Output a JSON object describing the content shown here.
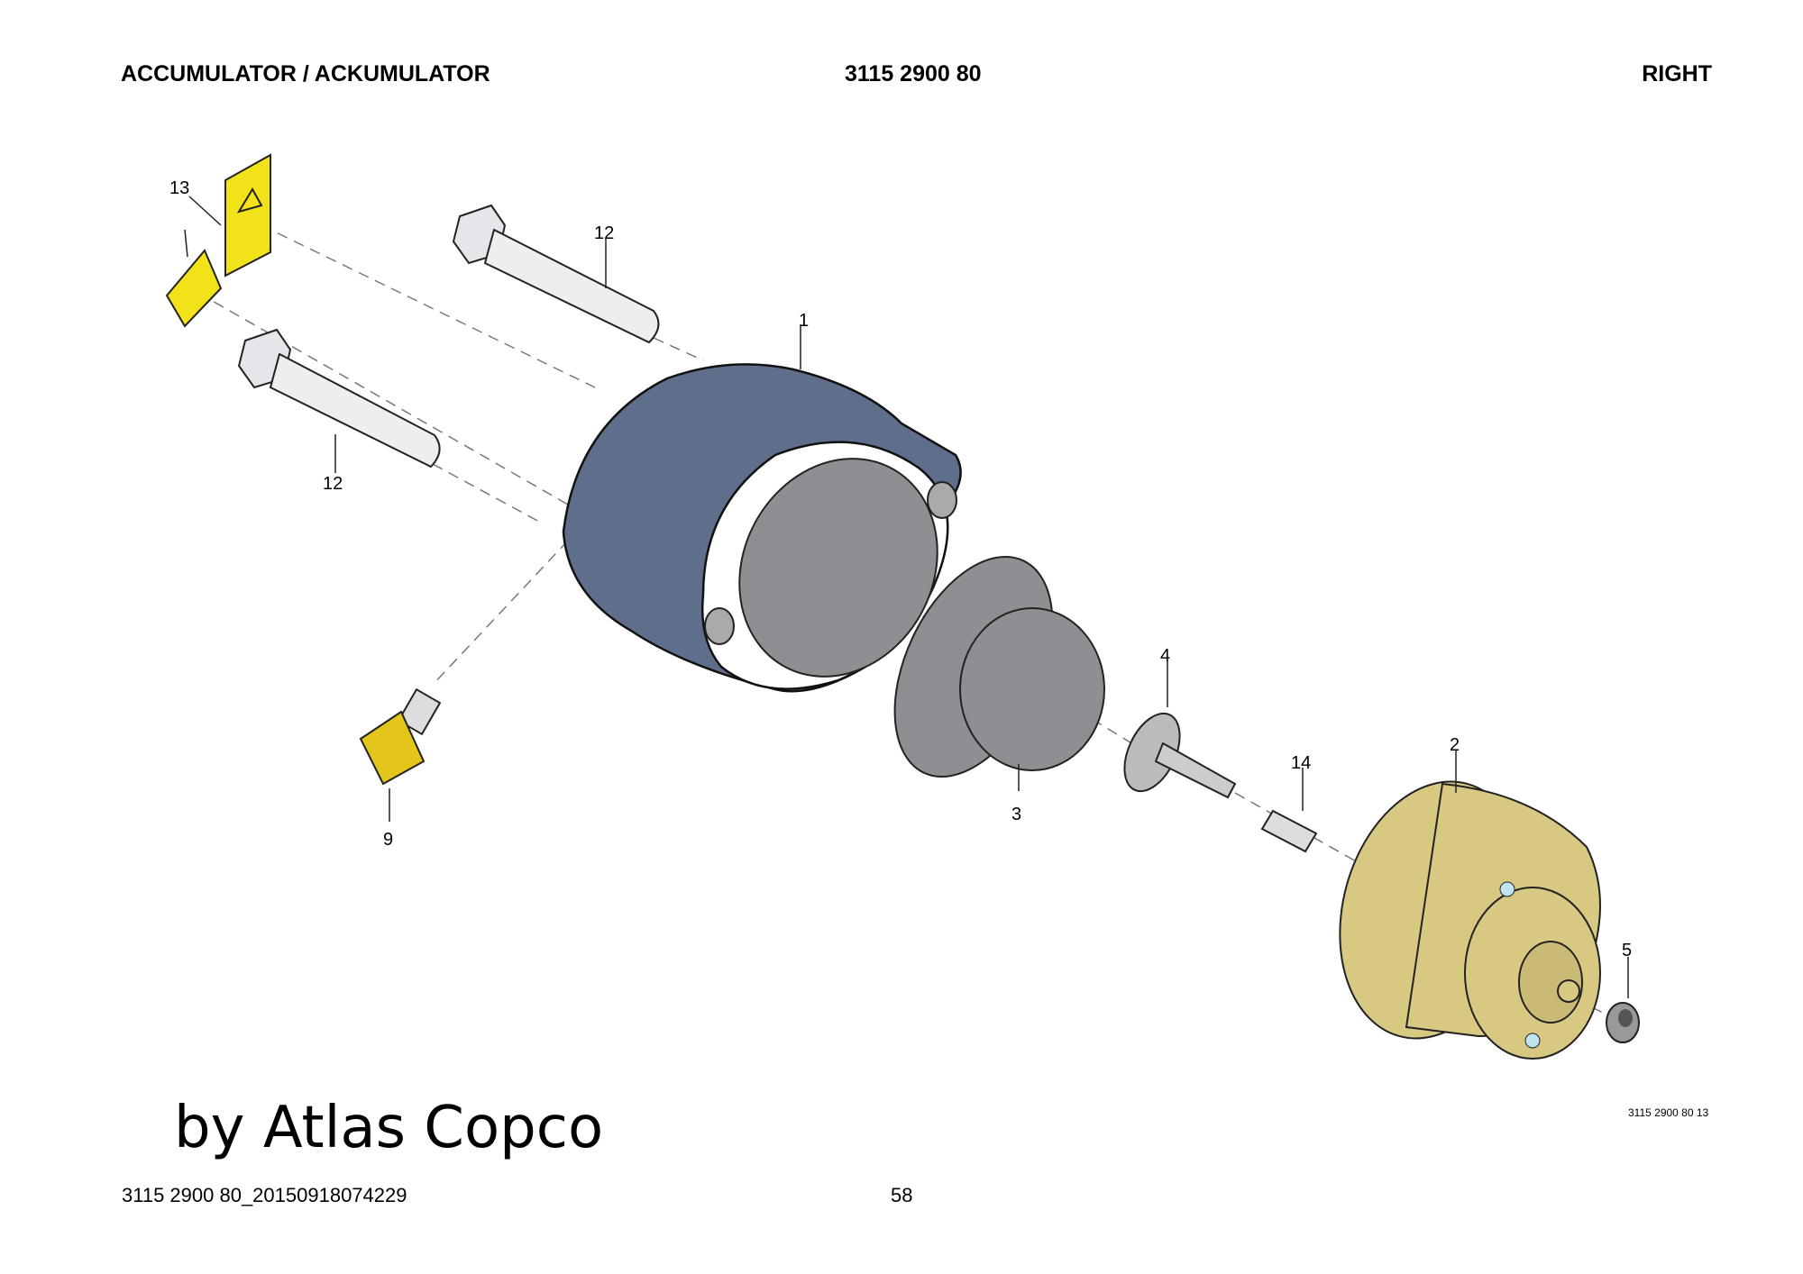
{
  "header": {
    "title": "ACCUMULATOR / ACKUMULATOR",
    "part_number": "3115 2900 80",
    "side": "RIGHT"
  },
  "callouts": {
    "housing": "1",
    "cap": "2",
    "diaphragm": "3",
    "valve_stem": "4",
    "nut": "5",
    "filter": "9",
    "bolt_top": "12",
    "bolt_bottom": "12",
    "decals": "13",
    "spring": "14"
  },
  "colors": {
    "housing": "#5f6e8a",
    "cap": "#d7c982",
    "decal": "#f2e21a",
    "diaphragm": "#8d8f93"
  },
  "figure_ref": "3115 2900 80 13",
  "brand": "by Atlas Copco",
  "footer": {
    "document_id": "3115 2900 80_20150918074229",
    "page": "58"
  }
}
